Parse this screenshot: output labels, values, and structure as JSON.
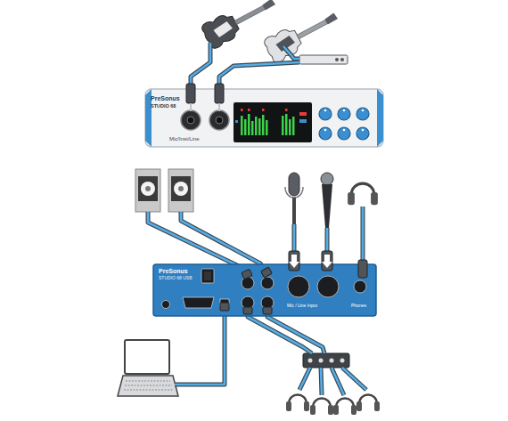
{
  "diagram": {
    "nodes": [
      {
        "text": [
          "PreSonus",
          "STUDIO 68",
          "Mic/Inst/Line"
        ]
      },
      {
        "text": [
          "PreSonus",
          "STUDIO 68 USB",
          "Mic / Line Input",
          "Phones"
        ]
      }
    ]
  }
}
